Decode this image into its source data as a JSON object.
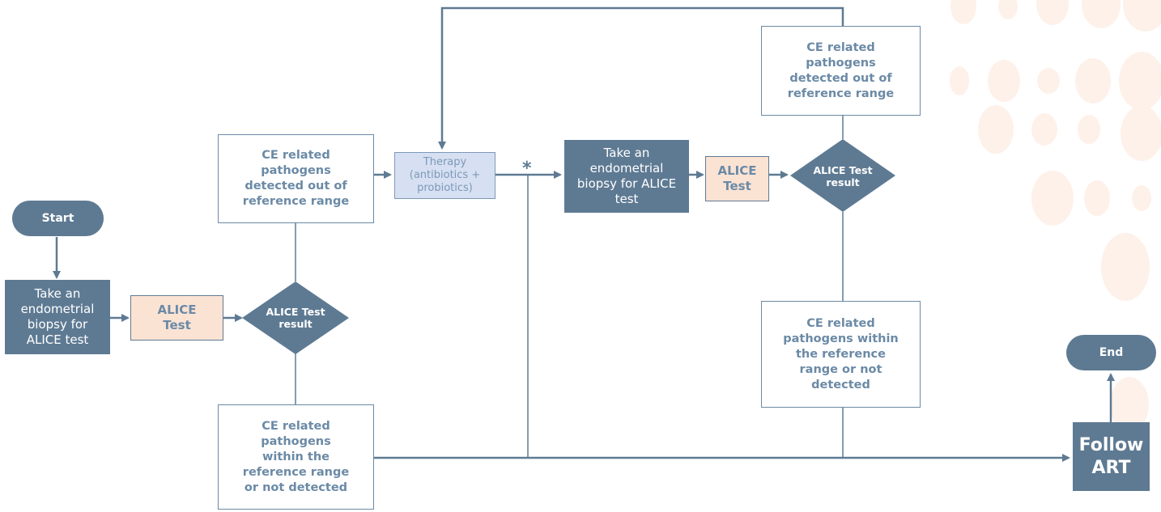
{
  "nodes": {
    "start": "Start",
    "end": "End",
    "biopsy_1": "Take an\nendometrial\nbiopsy for\nALICE test",
    "alice_test_1": "ALICE\nTest",
    "alice_result_1": "ALICE Test\nresult",
    "ce_out_of_range_1": "CE related\npathogens\ndetected out of\nreference range",
    "ce_within_range_1": "CE related\npathogens\nwithin the\nreference range\nor not detected",
    "therapy": "Therapy\n(antibiotics +\nprobiotics)",
    "star_marker": "*",
    "biopsy_2": "Take an\nendometrial\nbiopsy for ALICE\ntest",
    "alice_test_2": "ALICE\nTest",
    "alice_result_2": "ALICE Test\nresult",
    "ce_out_of_range_2": "CE related\npathogens\ndetected out of\nreference range",
    "ce_within_range_2": "CE related\npathogens within\nthe reference\nrange or not\ndetected",
    "follow_art": "Follow\nART"
  },
  "colors": {
    "primary": "#5e7a93",
    "outline_text": "#6b8aa6",
    "alice_fill": "#fbe3d4",
    "therapy_fill": "#d6e0f2",
    "decor": "#fdf1ea"
  }
}
